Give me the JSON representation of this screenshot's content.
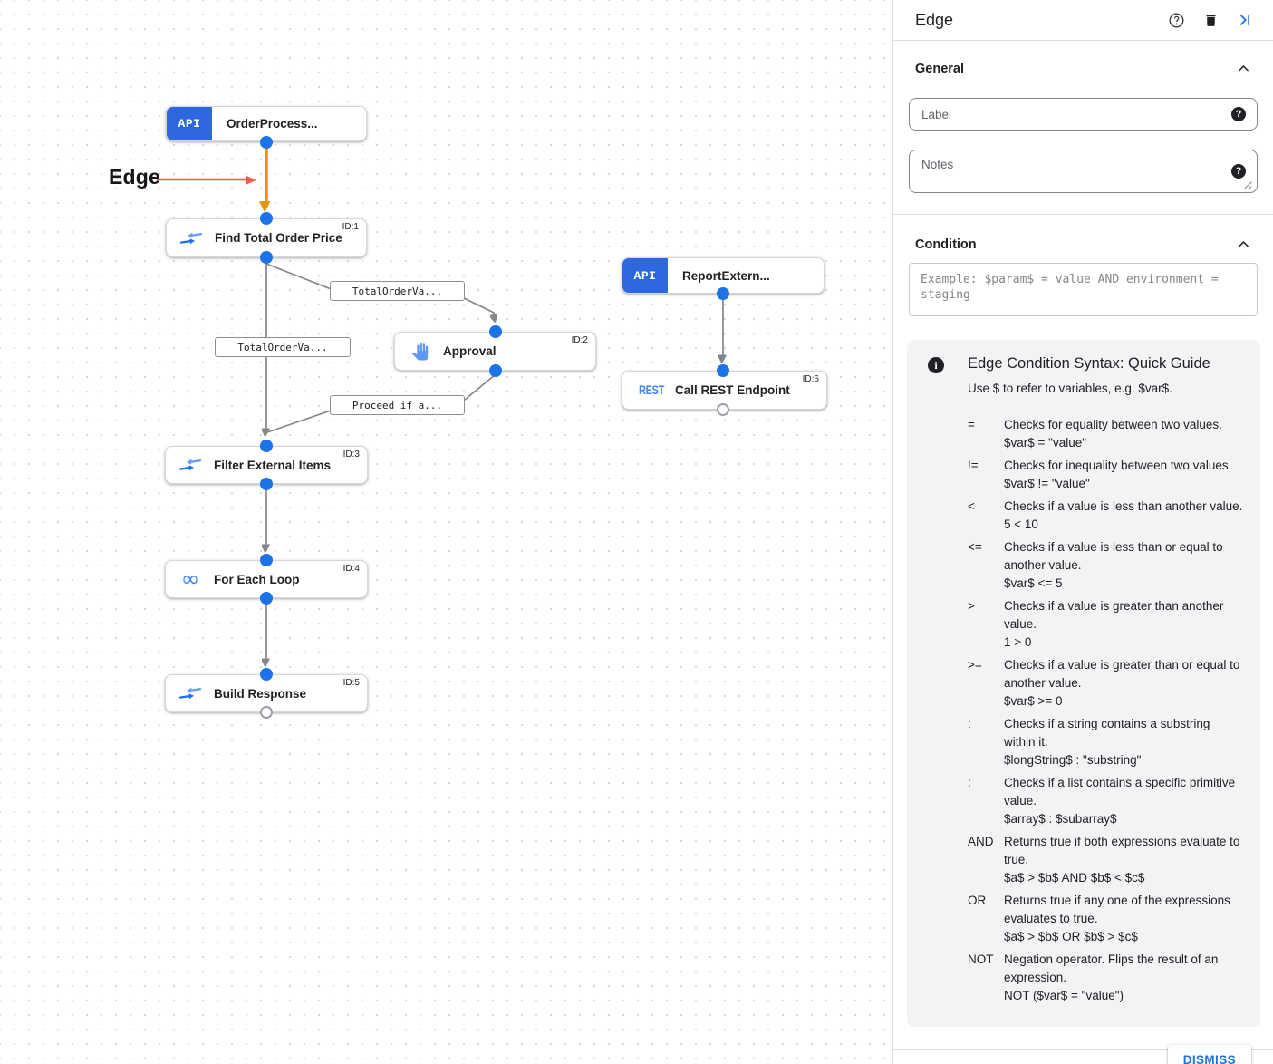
{
  "canvas": {
    "annotation": {
      "label": "Edge"
    },
    "nodes": [
      {
        "type": "api-trigger",
        "badge": "API",
        "title": "OrderProcess...",
        "id": ""
      },
      {
        "type": "data-mapping-task",
        "title": "Find Total Order Price",
        "id": "ID:1"
      },
      {
        "type": "approval-task",
        "title": "Approval",
        "id": "ID:2"
      },
      {
        "type": "api-trigger",
        "badge": "API",
        "title": "ReportExtern...",
        "id": ""
      },
      {
        "type": "rest-task",
        "badge": "REST",
        "title": "Call REST Endpoint",
        "id": "ID:6"
      },
      {
        "type": "data-mapping-task",
        "title": "Filter External Items",
        "id": "ID:3"
      },
      {
        "type": "loop-task",
        "title": "For Each Loop",
        "id": "ID:4"
      },
      {
        "type": "data-mapping-task",
        "title": "Build Response",
        "id": "ID:5"
      }
    ],
    "edge_labels": [
      "TotalOrderVa...",
      "TotalOrderVa...",
      "Proceed if a..."
    ]
  },
  "panel": {
    "title": "Edge",
    "header_icons": [
      "help-icon",
      "delete-icon",
      "collapse-panel-icon"
    ],
    "general": {
      "title": "General",
      "label_placeholder": "Label",
      "notes_placeholder": "Notes"
    },
    "condition": {
      "title": "Condition",
      "placeholder": "Example: $param$ = value AND environment = staging"
    },
    "guide": {
      "title": "Edge Condition Syntax: Quick Guide",
      "subtitle": "Use $ to refer to variables, e.g. $var$.",
      "rows": [
        {
          "op": "=",
          "desc": "Checks for equality between two values.",
          "example": "$var$ = \"value\""
        },
        {
          "op": "!=",
          "desc": "Checks for inequality between two values.",
          "example": "$var$ != \"value\""
        },
        {
          "op": "<",
          "desc": "Checks if a value is less than another value.",
          "example": "5 < 10"
        },
        {
          "op": "<=",
          "desc": "Checks if a value is less than or equal to another value.",
          "example": "$var$ <= 5"
        },
        {
          "op": ">",
          "desc": "Checks if a value is greater than another value.",
          "example": "1 > 0"
        },
        {
          "op": ">=",
          "desc": "Checks if a value is greater than or equal to another value.",
          "example": "$var$ >= 0"
        },
        {
          "op": ":",
          "desc": "Checks if a string contains a substring within it.",
          "example": "$longString$ : \"substring\""
        },
        {
          "op": ":",
          "desc": "Checks if a list contains a specific primitive value.",
          "example": "$array$ : $subarray$"
        },
        {
          "op": "AND",
          "desc": "Returns true if both expressions evaluate to true.",
          "example": "$a$ > $b$ AND $b$ < $c$"
        },
        {
          "op": "OR",
          "desc": "Returns true if any one of the expressions evaluates to true.",
          "example": "$a$ > $b$ OR $b$ > $c$"
        },
        {
          "op": "NOT",
          "desc": "Negation operator. Flips the result of an expression.",
          "example": "NOT ($var$ = \"value\")"
        }
      ]
    },
    "dismiss_label": "DISMISS"
  },
  "colors": {
    "port_blue": "#1a73e8",
    "badge_blue": "#2d68e0",
    "icon_blue": "#4285f4",
    "edge_orange": "#e8930c",
    "annotation_red": "#f25b47",
    "guide_background": "#f1f3f4",
    "dismiss_blue": "#1a73e8"
  }
}
